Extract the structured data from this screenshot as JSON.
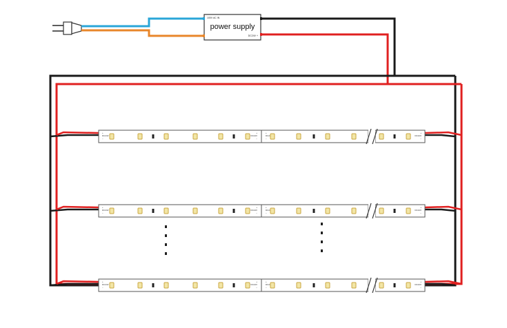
{
  "diagram": {
    "power_supply": {
      "label": "power supply",
      "input_label": "100V AC IN",
      "output_label": "DC24V +"
    },
    "strip_pad_labels": [
      "+",
      "DC24V",
      "−"
    ],
    "colors": {
      "live_wire": "#2aa6d8",
      "neutral_wire": "#e8862a",
      "positive_wire": "#e02020",
      "negative_wire": "#1a1a1a",
      "led": "#f2e6a6",
      "led_border": "#c9a640",
      "strip": "#ffffff",
      "strip_border": "#555555"
    },
    "icons": [
      "plug-icon",
      "continuation-break-icon",
      "vertical-ellipsis-icon"
    ]
  }
}
